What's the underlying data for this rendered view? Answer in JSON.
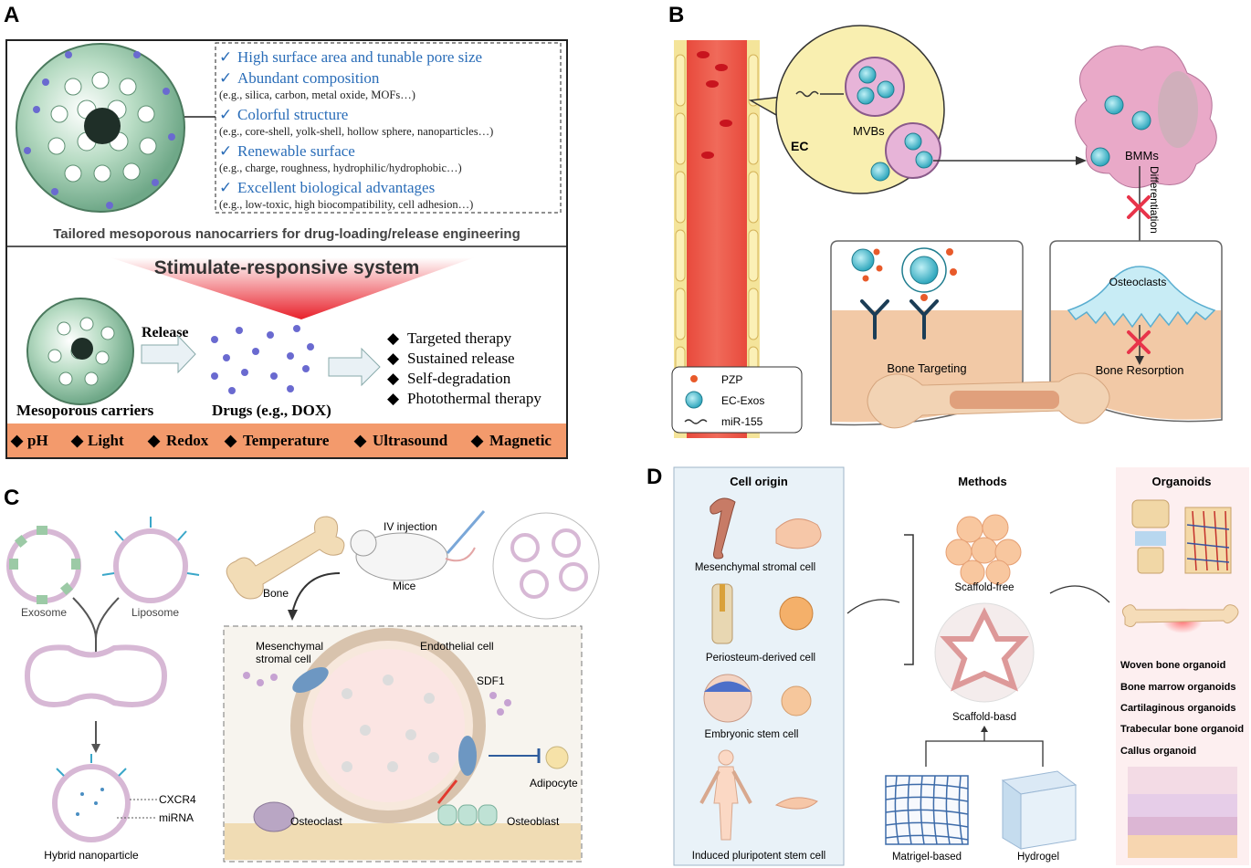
{
  "panel_labels": {
    "a": "A",
    "b": "B",
    "c": "C",
    "d": "D"
  },
  "panel_a": {
    "features": [
      {
        "title": "High surface area and tunable pore size",
        "example": ""
      },
      {
        "title": "Abundant composition",
        "example": "(e.g., silica, carbon, metal oxide, MOFs…)"
      },
      {
        "title": "Colorful structure",
        "example": "(e.g., core-shell, yolk-shell, hollow sphere, nanoparticles…)"
      },
      {
        "title": "Renewable surface",
        "example": "(e.g., charge, roughness, hydrophilic/hydrophobic…)"
      },
      {
        "title": "Excellent biological advantages",
        "example": "(e.g., low-toxic, high biocompatibility, cell adhesion…)"
      }
    ],
    "check_glyph": "✓",
    "tailored_title": "Tailored mesoporous nanocarriers for drug-loading/release engineering",
    "stimulate_title": "Stimulate-responsive system",
    "release_label": "Release",
    "carriers_label": "Mesoporous carriers",
    "drugs_label": "Drugs (e.g., DOX)",
    "bullet_glyph": "◆",
    "applications": [
      "Targeted therapy",
      "Sustained release",
      "Self-degradation",
      "Photothermal therapy"
    ],
    "stimuli": [
      "pH",
      "Light",
      "Redox",
      "Temperature",
      "Ultrasound",
      "Magnetic"
    ],
    "colors": {
      "stimuli_bar": "#f39a6c",
      "feature_text": "#2a6db8",
      "particle": "#6a6ad0",
      "carrier": "#8fc7a4"
    }
  },
  "panel_b": {
    "ec_label": "EC",
    "mvbs_label": "MVBs",
    "bmms_label": "BMMs",
    "differentiation_label": "Differentiation",
    "osteoclasts_label": "Osteoclasts",
    "bone_targeting_label": "Bone Targeting",
    "bone_resorption_label": "Bone Resorption",
    "legend": [
      {
        "key": "pzp",
        "label": "PZP"
      },
      {
        "key": "exos",
        "label": "EC-Exos"
      },
      {
        "key": "mirna",
        "label": "miR-155"
      }
    ],
    "colors": {
      "vessel": "#e8453c",
      "cell": "#f4e49a",
      "bmm": "#e9a9c8",
      "exo": "#49b9c9",
      "inhibit": "#e8344a",
      "bone": "#f2c9a6"
    }
  },
  "panel_c": {
    "exosome_label": "Exosome",
    "liposome_label": "Liposome",
    "hybrid_label": "Hybrid nanoparticle",
    "cxcr4_label": "CXCR4",
    "mirna_label": "miRNA",
    "bone_label": "Bone",
    "mice_label": "Mice",
    "iv_label": "IV injection",
    "msc_label_1": "Mesenchymal",
    "msc_label_2": "stromal cell",
    "endothelial_label": "Endothelial cell",
    "sdf1_label": "SDF1",
    "adipocyte_label": "Adipocyte",
    "osteoclast_label": "Osteoclast",
    "osteoblast_label": "Osteoblast"
  },
  "panel_d": {
    "cell_origin_title": "Cell origin",
    "methods_title": "Methods",
    "organoids_title": "Organoids",
    "cells": [
      "Mesenchymal stromal cell",
      "Periosteum-derived cell",
      "Embryonic stem cell",
      "Induced pluripotent stem cell"
    ],
    "scaffold_free_label": "Scaffold-free",
    "scaffold_based_label": "Scaffold-basd",
    "matrigel_label": "Matrigel-based",
    "hydrogel_label": "Hydrogel",
    "organoid_types": [
      "Woven bone organoid",
      "Bone marrow organoids",
      "Cartilaginous organoids",
      "Trabecular bone organoid",
      "Callus organoid"
    ]
  }
}
